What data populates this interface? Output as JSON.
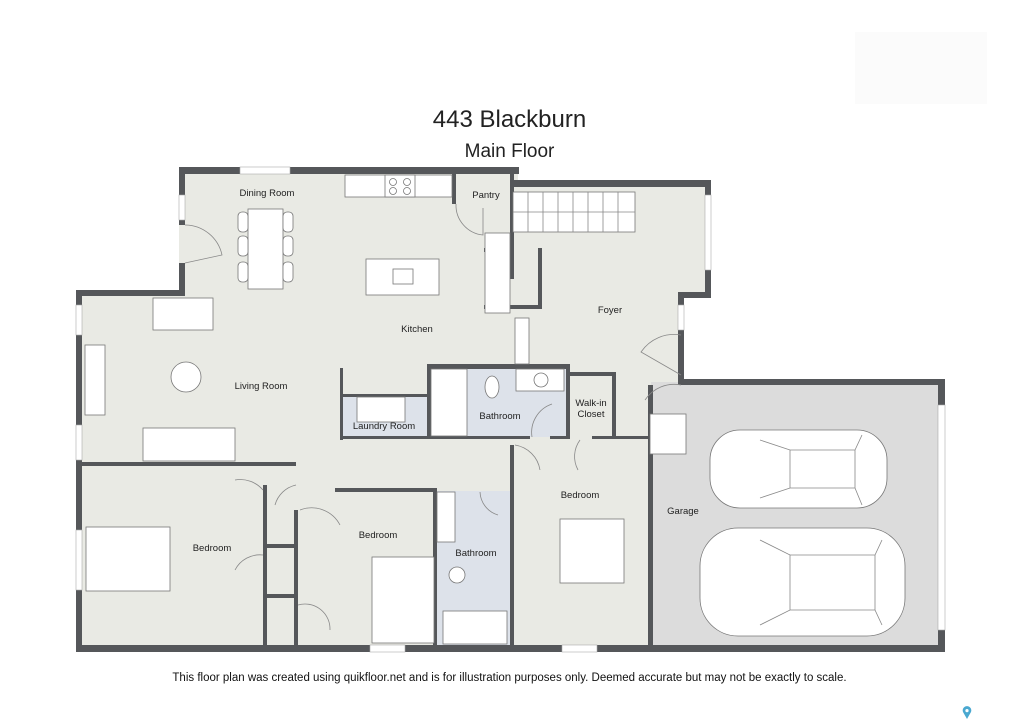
{
  "header": {
    "address": "443 Blackburn",
    "floor": "Main Floor"
  },
  "rooms": {
    "dining_room": "Dining Room",
    "pantry": "Pantry",
    "kitchen": "Kitchen",
    "foyer": "Foyer",
    "living_room": "Living Room",
    "laundry_room": "Laundry Room",
    "bathroom_main": "Bathroom",
    "walk_in_closet_line1": "Walk-in",
    "walk_in_closet_line2": "Closet",
    "bedroom_left": "Bedroom",
    "bedroom_middle": "Bedroom",
    "bathroom_2": "Bathroom",
    "bedroom_right": "Bedroom",
    "garage": "Garage"
  },
  "footer": {
    "disclaimer": "This floor plan was created using quikfloor.net and is for illustration purposes only. Deemed accurate but may not be exactly to scale."
  },
  "colors": {
    "wall": "#55575a",
    "floor": "#e9eae4",
    "wet_area": "#dde2ea",
    "garage": "#dcdcdc",
    "pin": "#4aa8d0"
  },
  "icons": [
    "location-pin-icon"
  ]
}
